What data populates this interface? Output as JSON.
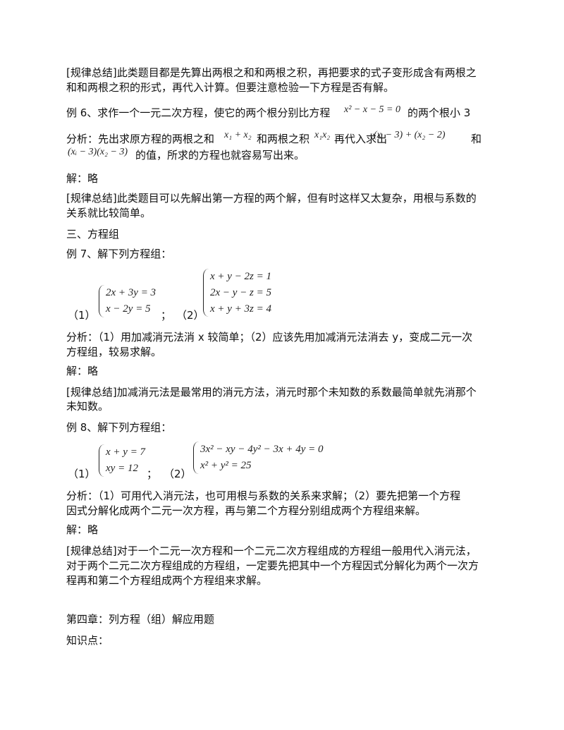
{
  "para1_line1": "[规律总结]此类题目都是先算出两根之和和两根之积，再把要求的式子变形成含有两根之",
  "para1_line2": "和和两根之积的形式，再代入计算。但要注意检验一下方程是否有解。",
  "ex6_prefix": "例 6、求作一个一元二次方程，使它的两个根分别比方程",
  "ex6_math": "x² − x − 5 = 0",
  "ex6_suffix": "的两个根小 3",
  "ana6_a": "分析：先出求原方程的两根之和",
  "ana6_math1": "x₁ + x₂",
  "ana6_b": "和两根之积",
  "ana6_math2": "x₁x₂",
  "ana6_c": "再代入求出",
  "ana6_math3": "(xᵢ − 3) + (x₂ − 2)",
  "ana6_d": "和",
  "ana6_math4": "(xᵢ − 3)(x₂ − 3)",
  "ana6_e": "的值，所求的方程也就容易写出来。",
  "sol6": "解：略",
  "para2_line1": "[规律总结]此类题目可以先解出第一方程的两个解，但有时这样又太复杂，用根与系数的",
  "para2_line2": "关系就比较简单。",
  "section3": "三、方程组",
  "ex7": "例 7、解下列方程组：",
  "ex7_label1": "（1）",
  "ex7_sep": "；",
  "ex7_label2": "（2）",
  "ex7_sys1": [
    "2x + 3y = 3",
    "x − 2y = 5"
  ],
  "ex7_sys2": [
    "x + y − 2z = 1",
    "2x − y − z = 5",
    "x + y + 3z = 4"
  ],
  "ana7_line1": "分析：（1）用加减消元法消 x 较简单；（2）应该先用加减消元法消去 y，变成二元一次",
  "ana7_line2": "方程组，较易求解。",
  "sol7": "解：略",
  "para3_line1": "[规律总结]加减消元法是最常用的消元方法，消元时那个未知数的系数最简单就先消那个",
  "para3_line2": "未知数。",
  "ex8": "例 8、解下列方程组：",
  "ex8_label1": "（1）",
  "ex8_sep": "；",
  "ex8_label2": "（2）",
  "ex8_sys1": [
    "x + y = 7",
    "xy = 12"
  ],
  "ex8_sys2": [
    "3x² − xy − 4y² − 3x + 4y = 0",
    "x² + y² = 25"
  ],
  "ana8_line1": "分析：（1）可用代入消元法，也可用根与系数的关系来求解；（2）要先把第一个方程",
  "ana8_line2": "因式分解化成两个二元一次方程，再与第二个方程分别组成两个方程组来解。",
  "sol8": "解：略",
  "para4_line1": "[规律总结]对于一个二元一次方程和一个二元二次方程组成的方程组一般用代入消元法，",
  "para4_line2": "对于两个二元二次方程组成的方程组，一定要先把其中一个方程因式分解化为两个一次方",
  "para4_line3": "程再和第二个方程组成两个方程组来求解。",
  "chapter4": "第四章：列方程（组）解应用题",
  "knowledge": "知识点："
}
